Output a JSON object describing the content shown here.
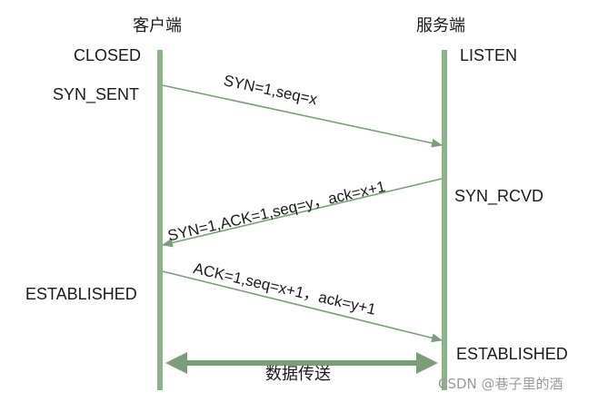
{
  "client": {
    "title": "客户端",
    "states": [
      "CLOSED",
      "SYN_SENT",
      "ESTABLISHED"
    ]
  },
  "server": {
    "title": "服务端",
    "states": [
      "LISTEN",
      "SYN_RCVD",
      "ESTABLISHED"
    ]
  },
  "messages": [
    {
      "label": "SYN=1,seq=x",
      "direction": "client-to-server"
    },
    {
      "label": "SYN=1,ACK=1,seq=y，ack=x+1",
      "direction": "server-to-client"
    },
    {
      "label": "ACK=1,seq=x+1，ack=y+1",
      "direction": "client-to-server"
    }
  ],
  "transfer": {
    "label": "数据传送",
    "direction": "bidirectional"
  },
  "watermark": "CSDN @巷子里的酒",
  "colors": {
    "line": "#8db38a",
    "arrow": "#7a9f78",
    "text": "#1a1a1a",
    "watermark": "#9a9a9a"
  }
}
